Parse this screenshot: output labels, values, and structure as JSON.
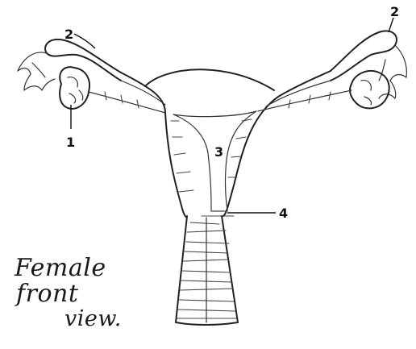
{
  "labels": {
    "ovary_left": "1",
    "tube_left": "2",
    "tube_right": "2",
    "uterus": "3",
    "cervix": "4"
  },
  "note": {
    "line1": "Female",
    "line2": "front",
    "line3": "view."
  }
}
